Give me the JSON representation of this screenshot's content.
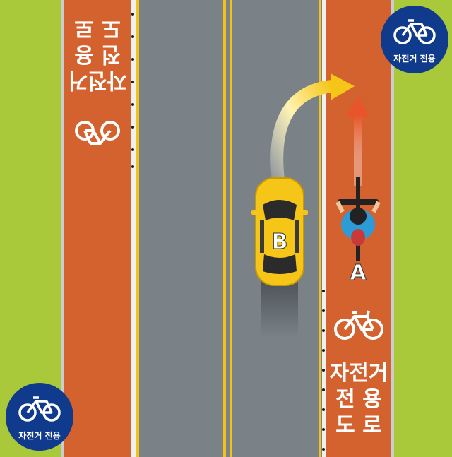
{
  "signs": {
    "top_right_label": "자전거 전용",
    "bottom_left_label": "자전거 전용"
  },
  "road_markings": {
    "right_lane_line1": "자전거",
    "right_lane_line2": "전 용",
    "right_lane_line3": "도 로",
    "left_lane_line1": "자전거",
    "left_lane_line2": "전 용",
    "left_lane_line3": "도 로"
  },
  "vehicles": {
    "car_label": "B",
    "cyclist_label": "A"
  },
  "colors": {
    "grass": "#a9c83a",
    "bike_lane": "#d4622e",
    "asphalt": "#7a8288",
    "yellow_line": "#f2c21b",
    "sign_blue": "#103a8c",
    "car_yellow": "#f5c518",
    "arrow_orange": "#e8552a"
  }
}
